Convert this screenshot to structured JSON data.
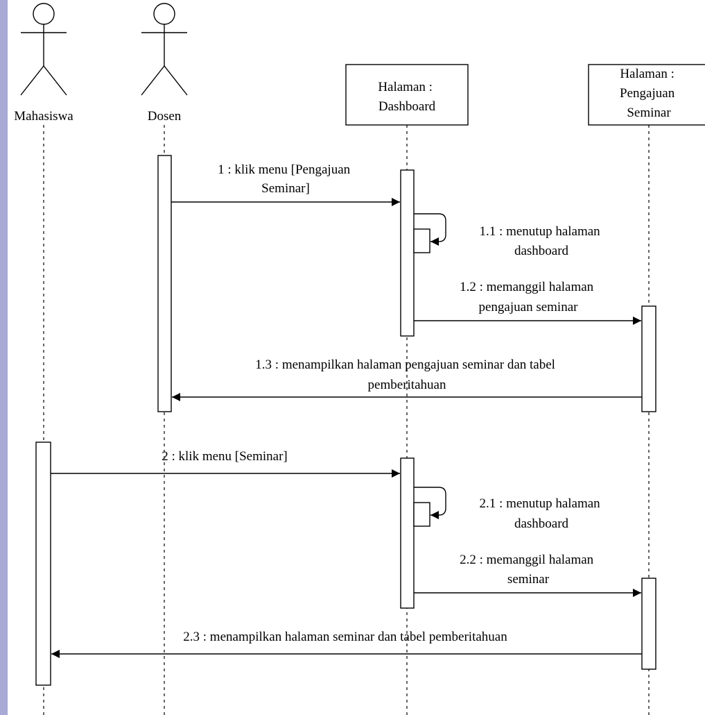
{
  "diagram": {
    "type": "sequence",
    "participants": {
      "mahasiswa": "Mahasiswa",
      "dosen": "Dosen",
      "dashboard": [
        "Halaman :",
        "Dashboard"
      ],
      "pengajuan": [
        "Halaman :",
        "Pengajuan",
        "Seminar"
      ]
    },
    "messages": {
      "m1": [
        "1 : klik menu [Pengajuan",
        "Seminar]"
      ],
      "m1_1": [
        "1.1 : menutup halaman",
        "dashboard"
      ],
      "m1_2": [
        "1.2 : memanggil halaman",
        "pengajuan seminar"
      ],
      "m1_3": [
        "1.3 : menampilkan halaman pengajuan seminar dan tabel",
        "pemberitahuan"
      ],
      "m2": [
        "2 : klik menu [Seminar]"
      ],
      "m2_1": [
        "2.1 : menutup halaman",
        "dashboard"
      ],
      "m2_2": [
        "2.2 : memanggil halaman",
        "seminar"
      ],
      "m2_3": [
        "2.3 : menampilkan halaman seminar dan tabel pemberitahuan"
      ]
    }
  }
}
